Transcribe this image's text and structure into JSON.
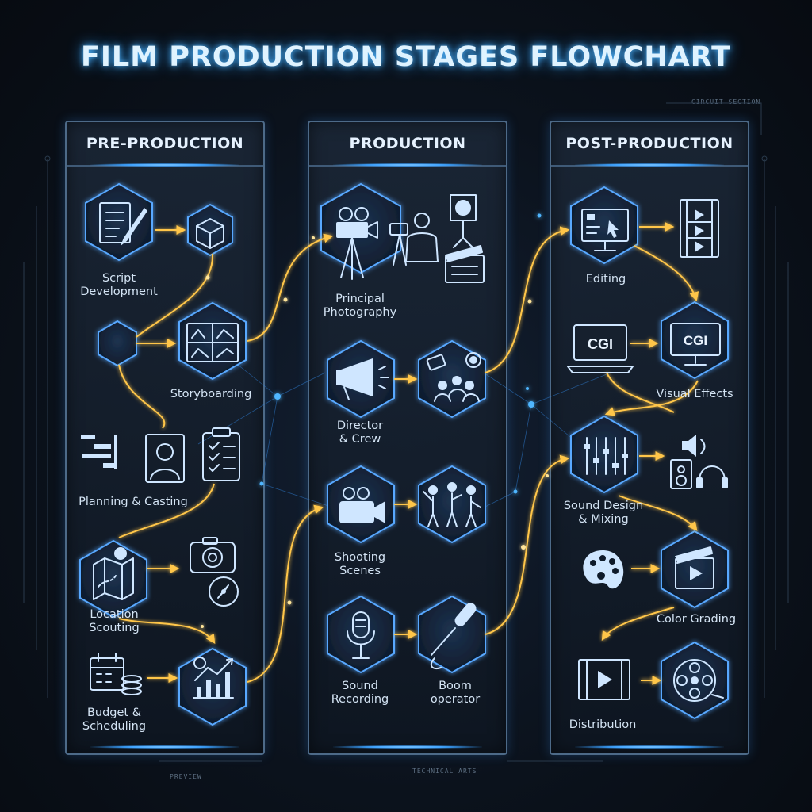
{
  "title": "FILM PRODUCTION STAGES FLOWCHART",
  "decor": {
    "top_right": "CIRCUIT SECTION",
    "bottom_left": "PREVIEW",
    "bottom_center": "TECHNICAL ARTS"
  },
  "panels": [
    {
      "key": "pre",
      "title": "PRE-PRODUCTION"
    },
    {
      "key": "prod",
      "title": "PRODUCTION"
    },
    {
      "key": "post",
      "title": "POST-PRODUCTION"
    }
  ],
  "labels": {
    "script_development": "Script\nDevelopment",
    "storyboarding": "Storyboarding",
    "planning_casting": "Planning & Casting",
    "location_scouting": "Location\nScouting",
    "budget_scheduling": "Budget &\nScheduling",
    "principal_photography": "Principal\nPhotography",
    "director_crew": "Director\n& Crew",
    "shooting_scenes": "Shooting\nScenes",
    "sound_recording": "Sound\nRecording",
    "boom_operator": "Boom\noperator",
    "editing": "Editing",
    "visual_effects": "Visual Effects",
    "sound_design": "Sound Design\n& Mixing",
    "color_grading": "Color Grading",
    "distribution": "Distribution",
    "cgi_laptop": "CGI",
    "cgi_monitor": "CGI"
  },
  "colors": {
    "accent_blue": "#4fb6ff",
    "hex_stroke": "#58a8ff",
    "flow_gold": "#ffc64a",
    "panel_border": "#4d6a88"
  },
  "icons": {
    "script": "script-pencil-icon",
    "cube": "cube-icon",
    "storyboard": "storyboard-icon",
    "gantt": "gantt-chart-icon",
    "casting": "actor-portrait-icon",
    "checklist": "clipboard-checklist-icon",
    "map": "map-pin-icon",
    "photo": "camera-icon",
    "compass": "compass-icon",
    "budget": "calendar-coins-icon",
    "growth": "growth-chart-icon",
    "film_camera": "film-camera-icon",
    "spotlight": "spotlight-icon",
    "clapper": "clapperboard-icon",
    "megaphone": "megaphone-icon",
    "crew": "crew-spotlight-icon",
    "video_camera": "video-camera-icon",
    "actors": "actors-icon",
    "microphone": "microphone-icon",
    "boom_mic": "boom-mic-icon",
    "editing": "editing-monitor-icon",
    "filmstrip": "film-strip-icon",
    "mixer": "mixer-sliders-icon",
    "speakers": "speaker-headphones-icon",
    "palette": "color-palette-icon",
    "clapper_play": "clapper-play-icon",
    "film_play": "film-play-icon",
    "film_reel": "film-reel-icon"
  }
}
